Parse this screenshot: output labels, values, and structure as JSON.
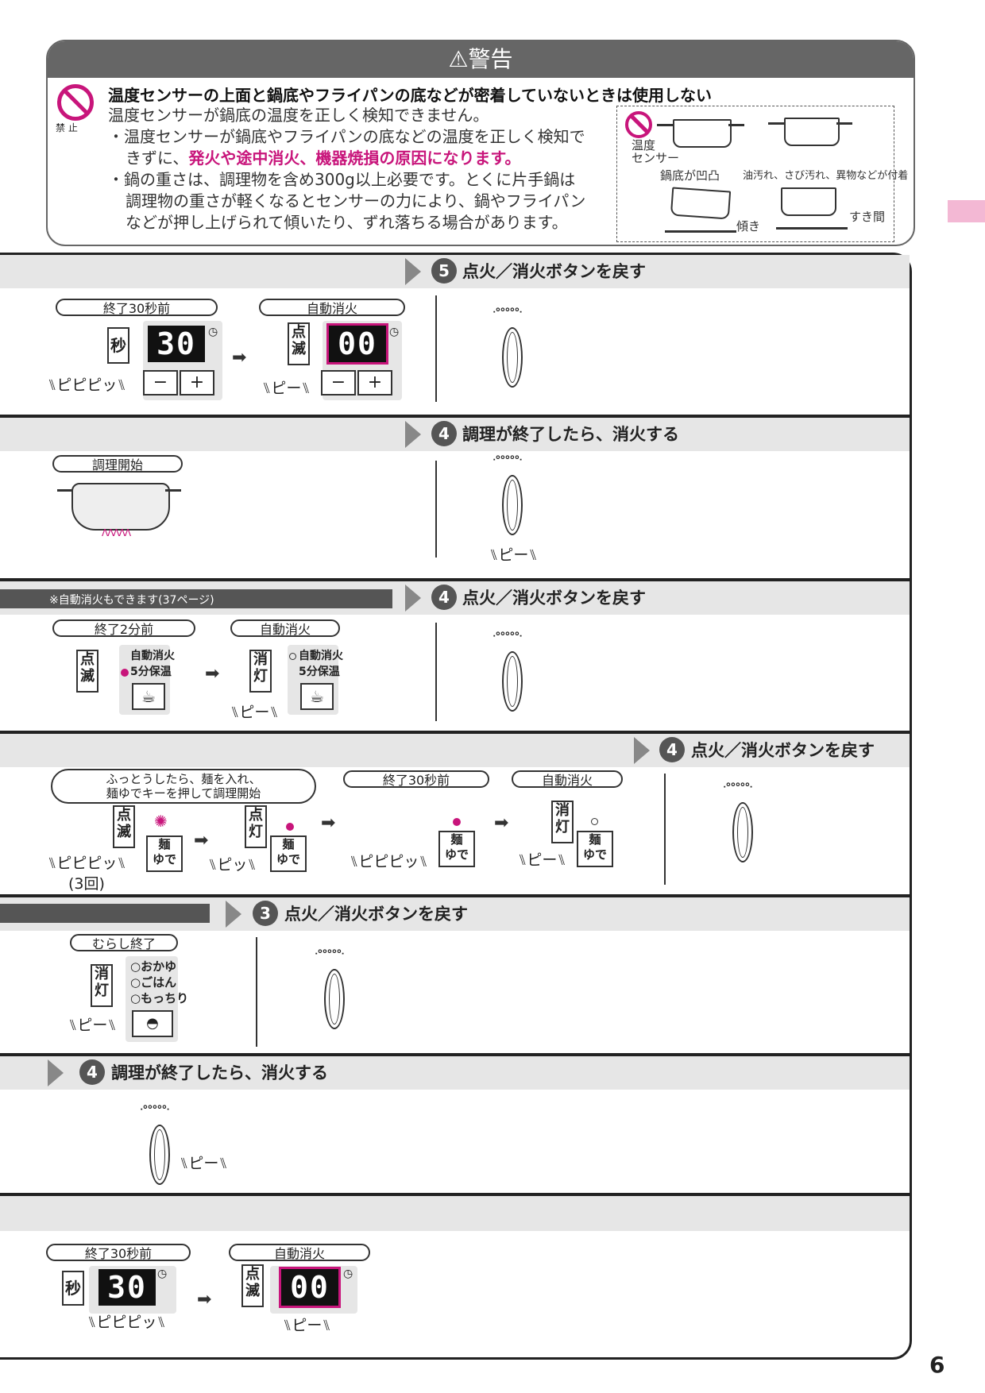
{
  "warning": {
    "title": "⚠警告",
    "prohibit_label": "禁 止",
    "heading": "温度センサーの上面と鍋底やフライパンの底などが密着していないときは使用しない",
    "line1": "温度センサーが鍋底の温度を正しく検知できません。",
    "bullet1_a": "・温度センサーが鍋底やフライパンの底などの温度を正しく検知で",
    "bullet1_b_pre": "きずに、",
    "bullet1_b_pink": "発火や途中消火、機器焼損の原因になります。",
    "bullet2_a": "・鍋の重さは、調理物を含め300g以上必要です。とくに片手鍋は",
    "bullet2_b": "調理物の重さが軽くなるとセンサーの力により、鍋やフライパン",
    "bullet2_c": "などが押し上げられて傾いたり、ずれ落ちる場合があります。",
    "diagram": {
      "sensor_label_1": "温度",
      "sensor_label_2": "センサー",
      "caption_1": "鍋底が凹凸",
      "caption_2": "油汚れ、さび汚れ、異物などが付着",
      "caption_3": "傾き",
      "caption_4": "すき間"
    }
  },
  "sections": {
    "s1": {
      "num": "5",
      "title": "点火／消火ボタンを戻す",
      "pill1": "終了30秒前",
      "pill2": "自動消火",
      "tag1": "秒",
      "tag2": "点滅",
      "lcd1": "30",
      "lcd2": "00",
      "sound1": "ピピピッ",
      "sound2": "ピー",
      "minus": "−",
      "plus": "+"
    },
    "s2": {
      "num": "4",
      "title": "調理が終了したら、消火する",
      "pill1": "調理開始",
      "sound": "ピー"
    },
    "s3": {
      "num": "4",
      "title": "点火／消火ボタンを戻す",
      "note": "※自動消火もできます(37ページ)",
      "pill1": "終了2分前",
      "pill2": "自動消火",
      "tag1": "点滅",
      "tag2": "消灯",
      "opt1": "自動消火",
      "opt2": "5分保温",
      "sound2": "ピー"
    },
    "s4": {
      "num": "4",
      "title": "点火／消火ボタンを戻す",
      "pill1_a": "ふっとうしたら、麺を入れ、",
      "pill1_b": "麺ゆでキーを押して調理開始",
      "pill2": "終了30秒前",
      "pill3": "自動消火",
      "tag1": "点滅",
      "tag2": "点灯",
      "tag3": "消灯",
      "key_a": "麺",
      "key_b": "ゆで",
      "sound1": "ピピピッ",
      "sound1_count": "(3回)",
      "sound2": "ピッ",
      "sound3": "ピピピッ",
      "sound4": "ピー"
    },
    "s5": {
      "num": "3",
      "title": "点火／消火ボタンを戻す",
      "pill1": "むらし終了",
      "tag1": "消灯",
      "opt1": "おかゆ",
      "opt2": "ごはん",
      "opt3": "もっちり",
      "sound": "ピー"
    },
    "s6": {
      "num": "4",
      "title": "調理が終了したら、消火する",
      "sound": "ピー"
    },
    "s7": {
      "pill1": "終了30秒前",
      "pill2": "自動消火",
      "tag1": "秒",
      "tag2": "点滅",
      "lcd1": "30",
      "lcd2": "00",
      "sound1": "ピピピッ",
      "sound2": "ピー"
    }
  },
  "knob_dots": "ᐧ°°°°°ᐧ",
  "page_number": "6",
  "colors": {
    "accent": "#c8157b",
    "band": "#e6e6e6",
    "header": "#666666",
    "tab": "#f3b8d4"
  }
}
